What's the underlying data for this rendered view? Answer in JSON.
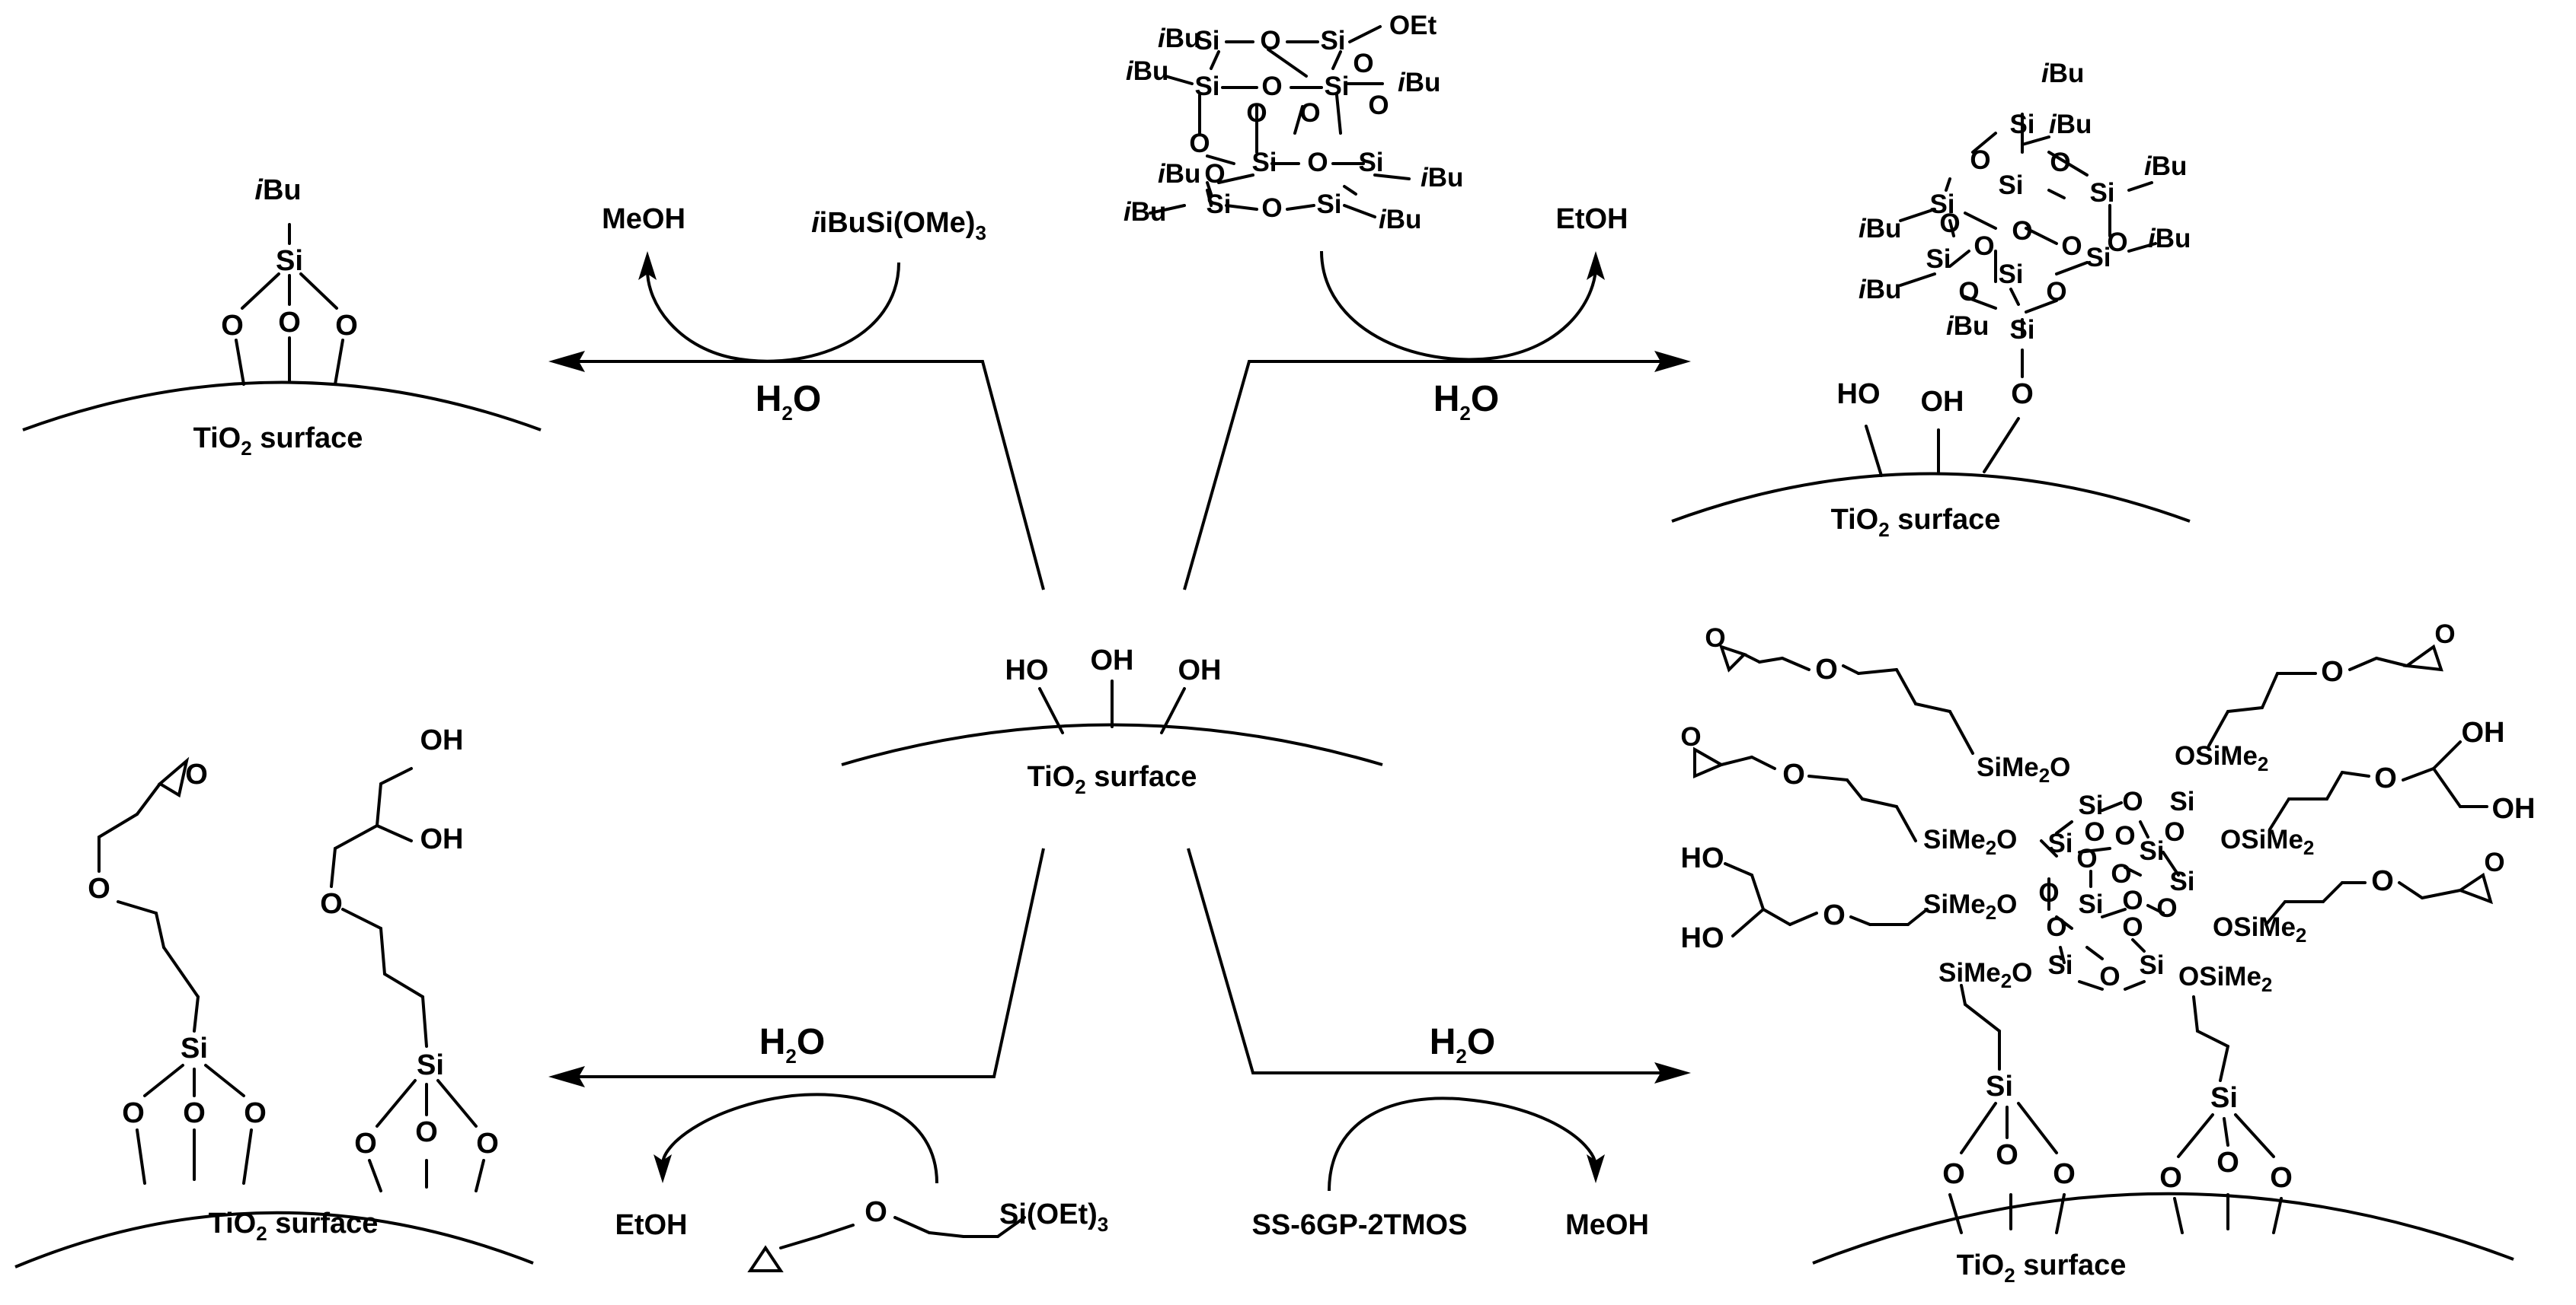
{
  "surface_label": "TiO2 surface",
  "surface_label_parts": {
    "prefix": "TiO",
    "sub": "2",
    "suffix": " surface"
  },
  "water": {
    "text": "H",
    "sub": "2",
    "tail": "O"
  },
  "center": {
    "oh": "OH",
    "ho": "HO"
  },
  "reagents": {
    "ibu_trimethoxy": {
      "prefix": "iBuSi(OMe)",
      "sub": "3"
    },
    "epoxy_silane": {
      "text": "Si(OEt)",
      "sub": "3"
    },
    "ss": "SS-6GP-2TMOS"
  },
  "byproducts": {
    "meoh": "MeOH",
    "etoh": "EtOH"
  },
  "atoms": {
    "si": "Si",
    "o": "O",
    "ibu": "iBu",
    "oet": "OEt",
    "oh": "OH",
    "ho": "HO",
    "sime2": "SiMe",
    "osime2": "OSiMe",
    "me_sub": "2"
  }
}
